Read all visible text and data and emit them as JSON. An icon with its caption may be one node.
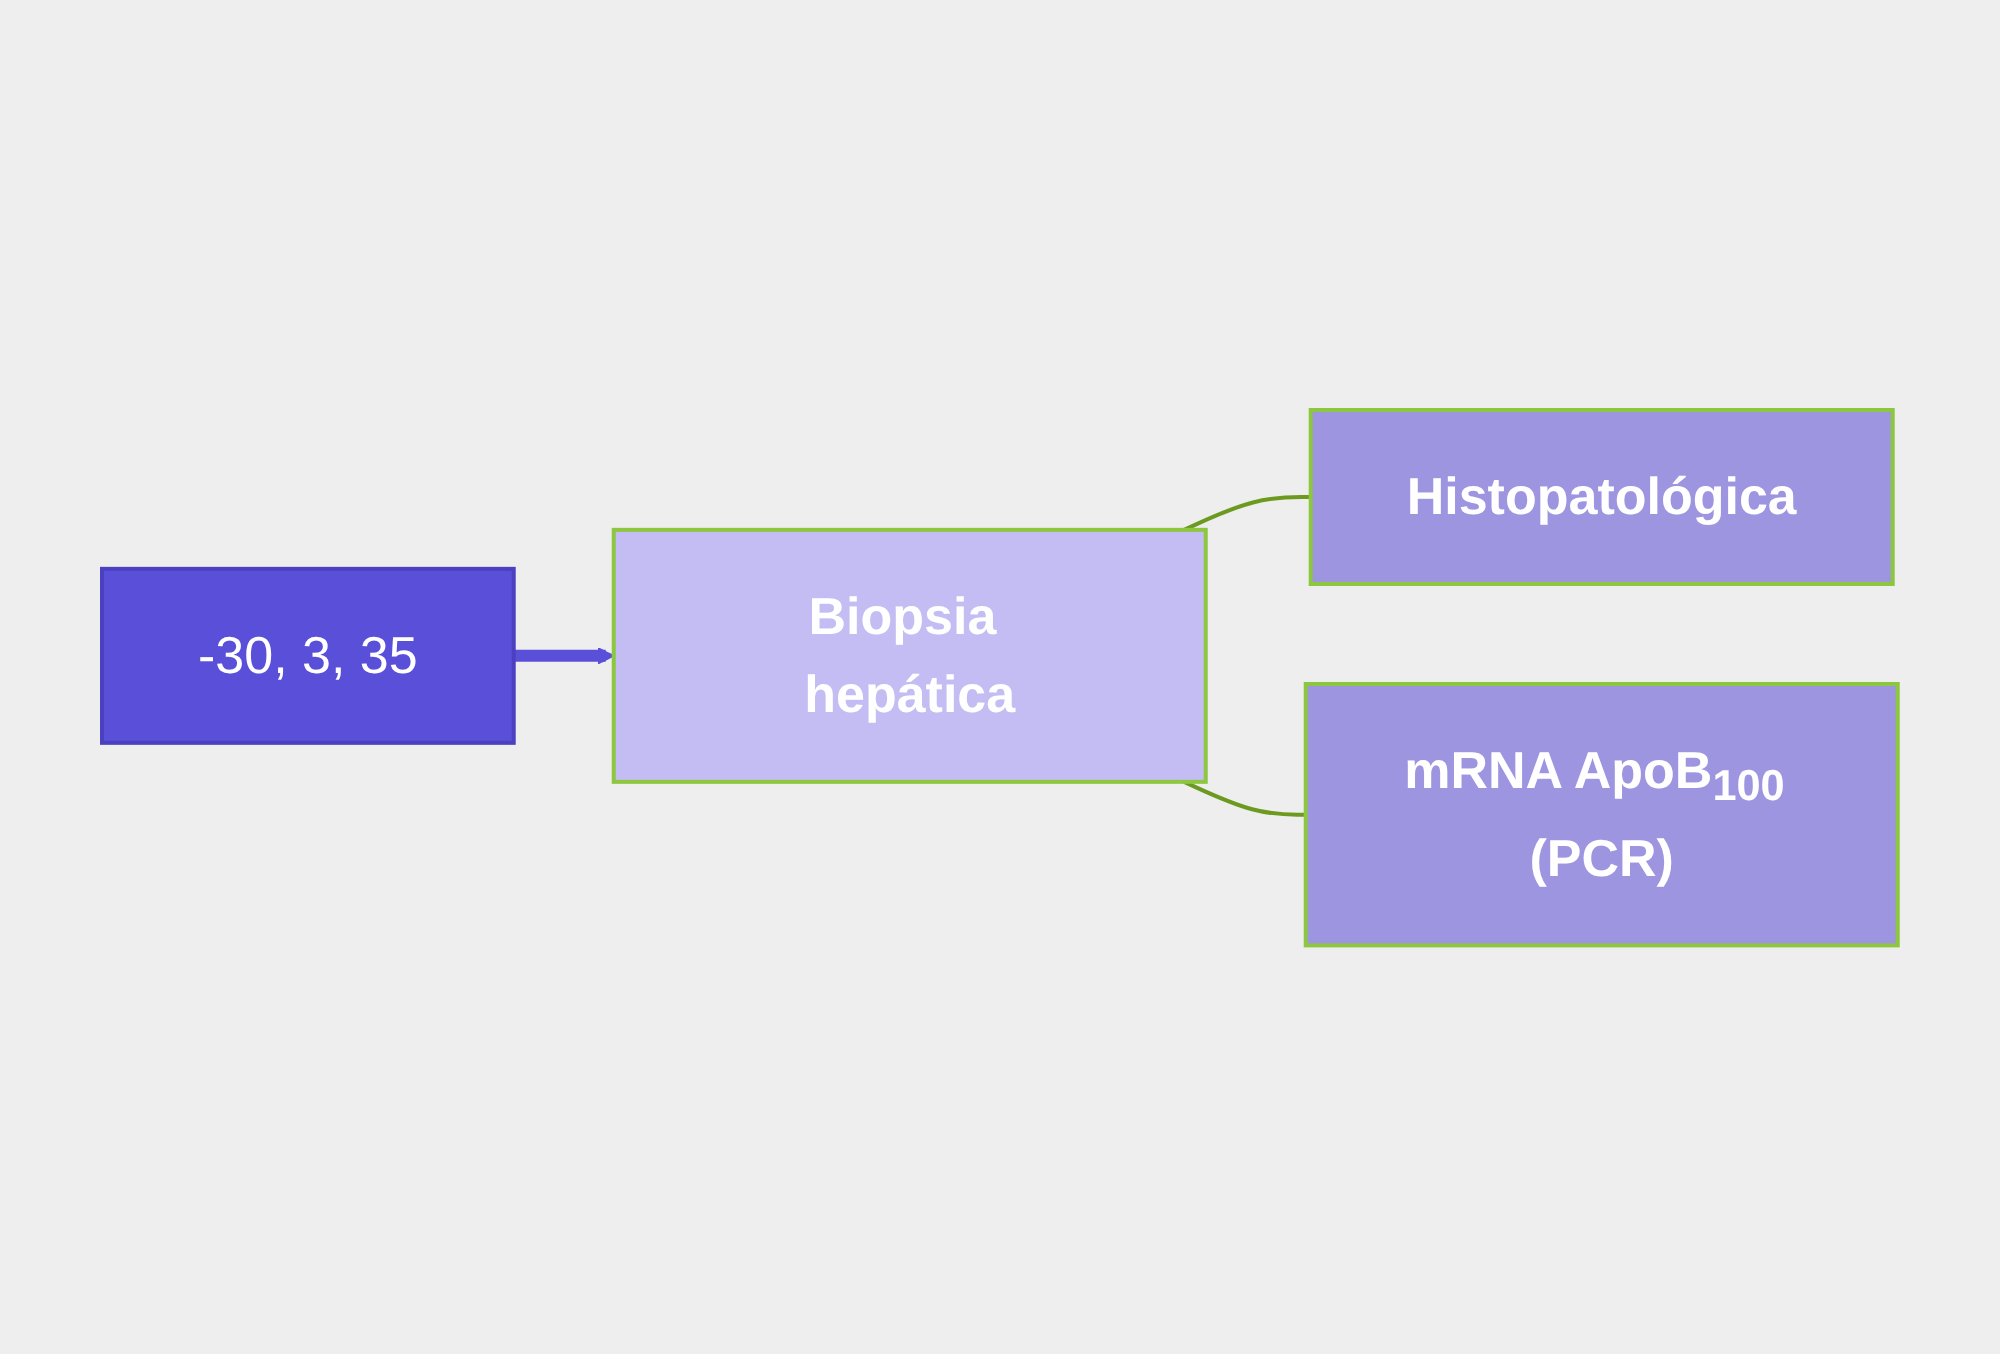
{
  "diagram": {
    "nodes": [
      {
        "text": [
          "Biopsia hepática"
        ]
      },
      {
        "text": [
          "Histopatológica"
        ]
      },
      {
        "text": [
          "mRNA ApoB$_{100}$ (PCR)"
        ]
      },
      {
        "text": [
          "-30, 3, 35"
        ]
      }
    ],
    "edges": [
      {
        "from": 0,
        "to": 1,
        "arrow": "none",
        "color": "#6b9a1f"
      },
      {
        "from": 0,
        "to": 2,
        "arrow": "none",
        "color": "#6b9a1f"
      },
      {
        "from": 3,
        "to": 0,
        "arrow": "to",
        "style": "thick",
        "color": "#5a4fd8"
      }
    ]
  }
}
